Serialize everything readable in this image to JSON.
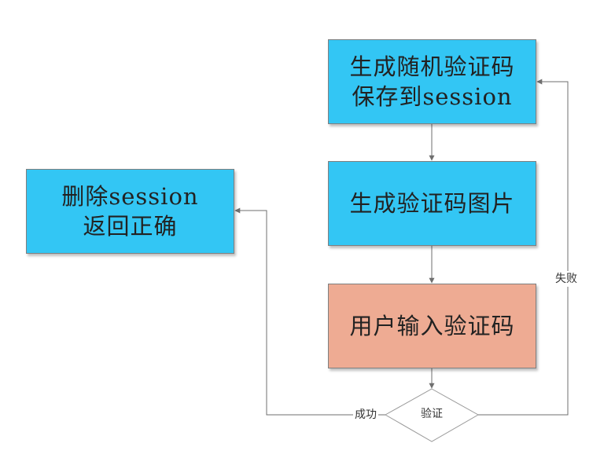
{
  "nodes": {
    "generate_code": {
      "line1": "生成随机验证码",
      "line2": "保存到session"
    },
    "generate_image": {
      "line1": "生成验证码图片"
    },
    "user_input": {
      "line1": "用户输入验证码"
    },
    "delete_session": {
      "line1": "删除session",
      "line2": "返回正确"
    },
    "verify": {
      "label": "验证"
    }
  },
  "edges": {
    "success_label": "成功",
    "fail_label": "失败"
  },
  "colors": {
    "process_fill": "#33c6f4",
    "input_fill": "#eeab93",
    "decision_fill": "#ffffff",
    "stroke": "#7f7f7f",
    "connector": "#6f6f6f"
  }
}
